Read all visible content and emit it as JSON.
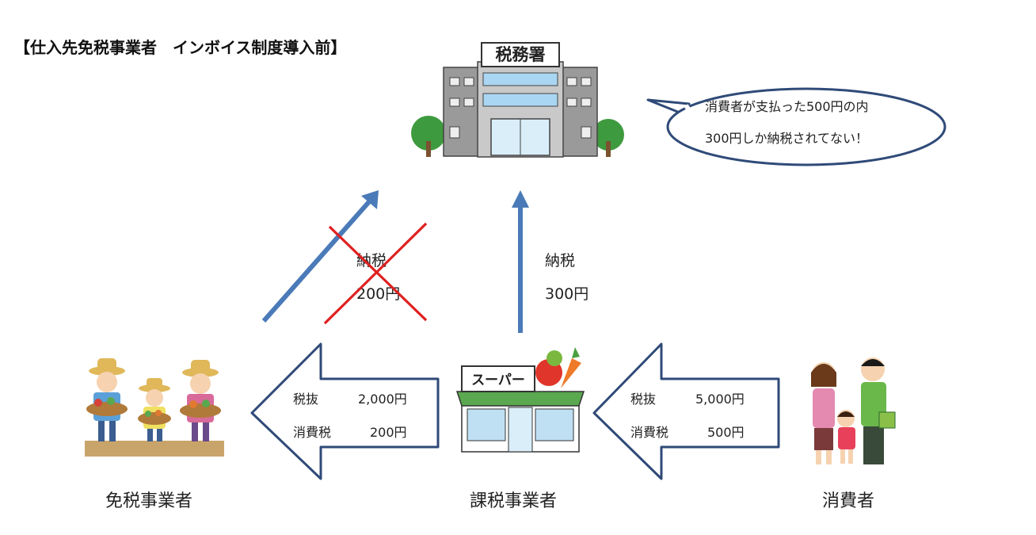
{
  "title": "【仕入先免税事業者　インボイス制度導入前】",
  "tax_office": {
    "sign": "税務署"
  },
  "speech_bubble": {
    "line1": "消費者が支払った500円の内",
    "line2": "300円しか納税されてない！"
  },
  "crossed_payment": {
    "label": "納税",
    "amount": "200円"
  },
  "direct_payment": {
    "label": "納税",
    "amount": "300円"
  },
  "transfer_to_exempt": {
    "row1_label": "税抜",
    "row1_value": "2,000円",
    "row2_label": "消費税",
    "row2_value": "200円"
  },
  "transfer_from_consumer": {
    "row1_label": "税抜",
    "row1_value": "5,000円",
    "row2_label": "消費税",
    "row2_value": "500円"
  },
  "store": {
    "sign": "スーパー"
  },
  "parties": {
    "exempt_business": "免税事業者",
    "taxable_business": "課税事業者",
    "consumer": "消費者"
  },
  "colors": {
    "arrow_blue": "#4a7ab8",
    "outline_navy": "#2f4a78",
    "cross_red": "#e02020"
  }
}
